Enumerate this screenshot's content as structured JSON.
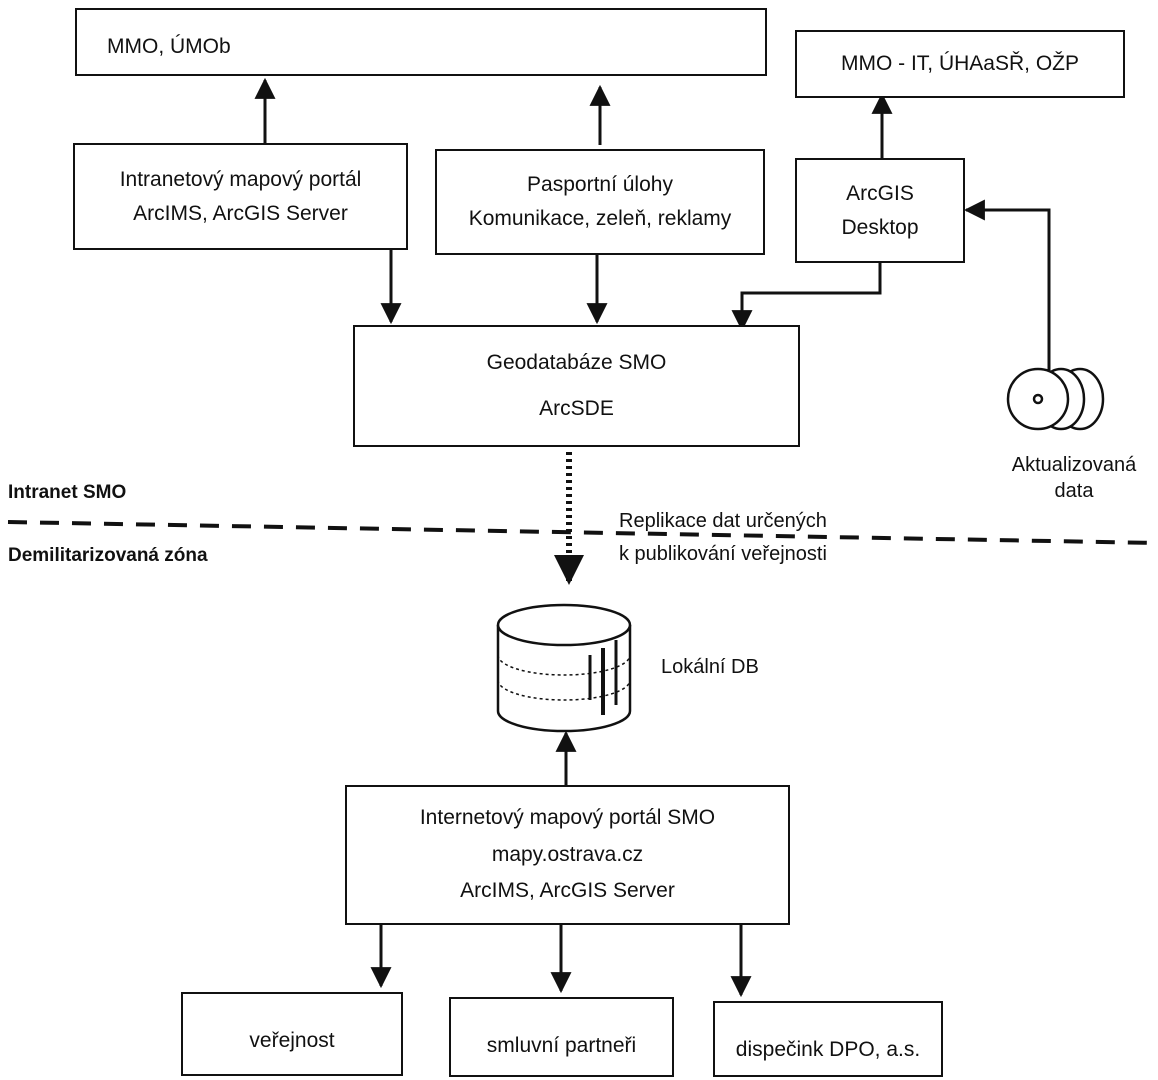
{
  "boxes": {
    "mmo_umob": "MMO, ÚMOb",
    "mmo_it": "MMO - IT, ÚHAaSŘ, OŽP",
    "intranet_portal": {
      "line1": "Intranetový mapový portál",
      "line2": "ArcIMS, ArcGIS Server"
    },
    "pasport": {
      "line1": "Pasportní úlohy",
      "line2": "Komunikace, zeleň, reklamy"
    },
    "arcgis_desktop": {
      "line1": "ArcGIS",
      "line2": "Desktop"
    },
    "geodatabase": {
      "line1": "Geodatabáze SMO",
      "line2": "ArcSDE"
    },
    "internet_portal": {
      "line1": "Internetový mapový portál SMO",
      "line2": "mapy.ostrava.cz",
      "line3": "ArcIMS, ArcGIS Server"
    },
    "verejnost": "veřejnost",
    "partneri": "smluvní partneři",
    "dispecink": "dispečink DPO, a.s."
  },
  "labels": {
    "aktualizovana": {
      "line1": "Aktualizovaná",
      "line2": "data"
    },
    "intranet_zone": "Intranet SMO",
    "dmz_zone": "Demilitarizovaná zóna",
    "replikace": {
      "line1": "Replikace dat určených",
      "line2": "k publikování veřejnosti"
    },
    "lokalni_db": "Lokální DB"
  },
  "icons": {
    "disks": "cd-disk-stack-icon",
    "database": "database-cylinder-icon"
  }
}
